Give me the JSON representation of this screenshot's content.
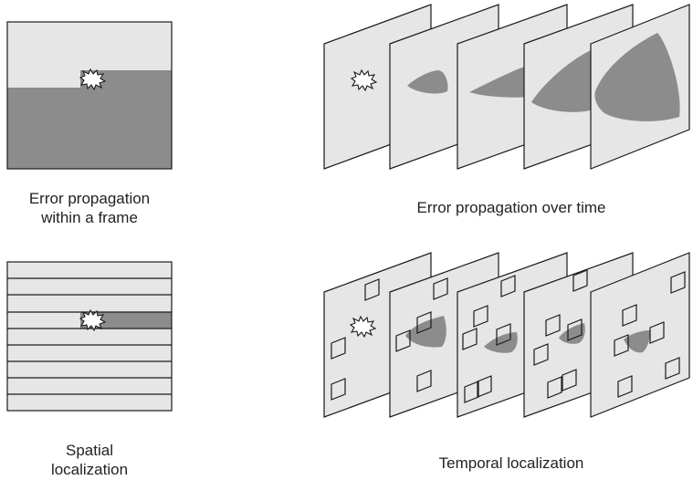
{
  "panels": {
    "intra_frame": {
      "caption_lines": [
        "Error propagation",
        "within a frame"
      ]
    },
    "over_time": {
      "caption": "Error propagation over time"
    },
    "spatial": {
      "caption_lines": [
        "Spatial",
        "localization"
      ]
    },
    "temporal": {
      "caption": "Temporal localization"
    }
  },
  "colors": {
    "frame_fill": "#e6e6e6",
    "error_fill": "#8c8c8c",
    "stroke": "#1a1a1a",
    "background": "#ffffff"
  },
  "icons": {
    "error": "starburst-icon"
  }
}
